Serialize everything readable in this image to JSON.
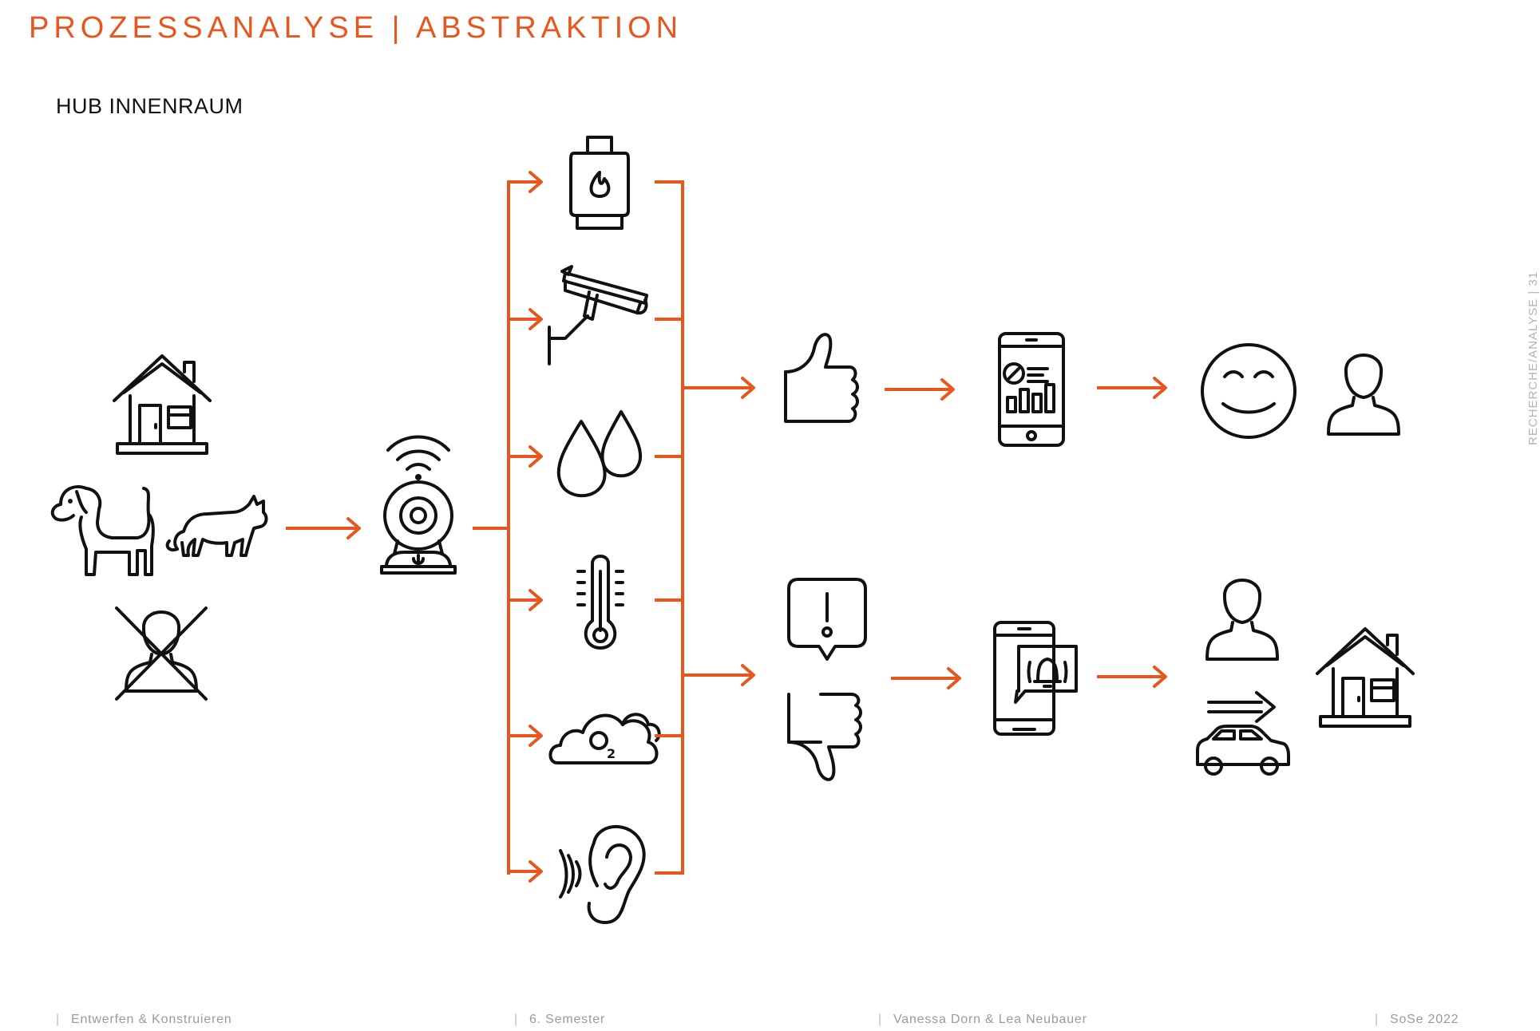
{
  "header": {
    "title": "PROZESSANALYSE | ABSTRAKTION",
    "subtitle": "HUB INNENRAUM"
  },
  "side_label": "RECHERCHE/ANALYSE   |   31",
  "footer": {
    "course": "Entwerfen & Konstruieren",
    "semester": "6. Semester",
    "authors": "Vanessa Dorn & Lea Neubauer",
    "term": "SoSe 2022"
  },
  "colors": {
    "accent": "#e8561e",
    "icon": "#111111",
    "muted": "#9a9a9a"
  },
  "diagram": {
    "inputs": [
      "house-icon",
      "dog-icon",
      "cat-icon",
      "person-crossed-icon"
    ],
    "hub": "smart-camera-hub-icon",
    "sensors": [
      "gas-bottle-icon",
      "security-camera-icon",
      "water-drops-icon",
      "thermometer-icon",
      "cloud-o2-icon",
      "ear-sound-icon"
    ],
    "positive_path": [
      "thumbs-up-icon",
      "phone-stats-icon",
      "smiley-icon",
      "person-icon"
    ],
    "negative_path": [
      "alert-bubble-icon",
      "thumbs-down-icon",
      "phone-alarm-icon",
      "person-icon",
      "car-arrow-icon",
      "house-icon"
    ]
  }
}
